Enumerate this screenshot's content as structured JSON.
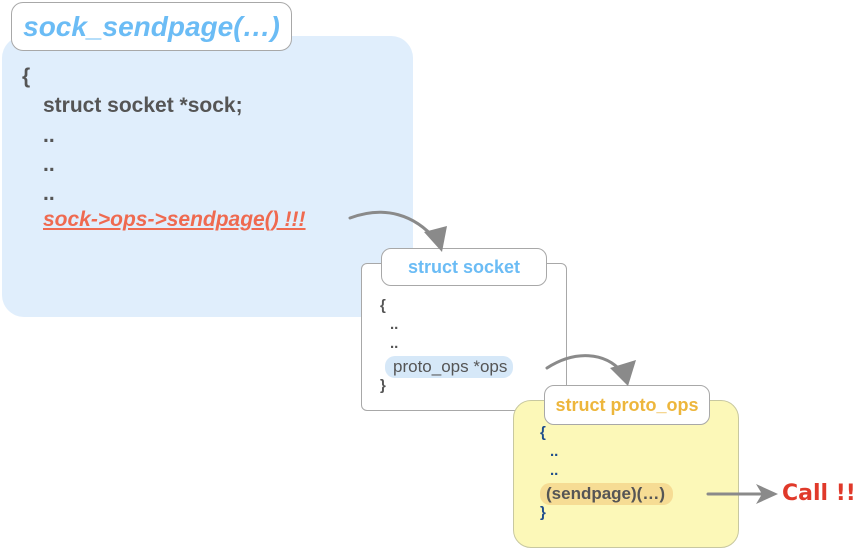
{
  "colors": {
    "function_box_bg": "#e0eefc",
    "struct_socket_bg": "#ffffff",
    "proto_ops_bg": "#fcf8b8",
    "title_blue": "#6bbcf5",
    "title_yellow": "#edb63c",
    "highlight_red": "#ef6a50",
    "call_red": "#e0392a",
    "arrow_gray": "#8a8a8a"
  },
  "function_box": {
    "title": "sock_sendpage(…)",
    "lines": [
      "{",
      "struct socket *sock;",
      "..",
      "..",
      "..",
      "sock->ops->sendpage() !!!"
    ]
  },
  "struct_socket_box": {
    "title": "struct socket",
    "lines": [
      "{",
      "..",
      "..",
      "proto_ops *ops",
      "}"
    ]
  },
  "proto_ops_box": {
    "title": "struct proto_ops",
    "lines": [
      "{",
      "..",
      "..",
      "(sendpage)(…)",
      "}"
    ]
  },
  "call_label": "Call !!",
  "arrows": [
    {
      "from": "sock->ops->sendpage() !!!",
      "to": "struct socket"
    },
    {
      "from": "proto_ops *ops",
      "to": "struct proto_ops"
    },
    {
      "from": "(sendpage)(…)",
      "to": "Call !!"
    }
  ]
}
